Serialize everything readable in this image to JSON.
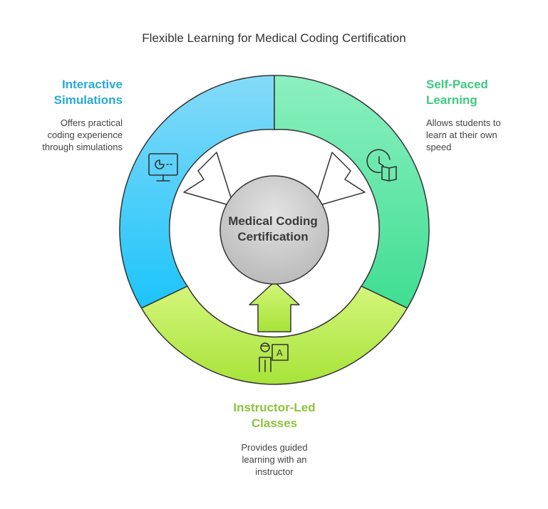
{
  "title": "Flexible Learning for Medical Coding Certification",
  "center_label_line1": "Medical Coding",
  "center_label_line2": "Certification",
  "segments": [
    {
      "title_line1": "Interactive",
      "title_line2": "Simulations",
      "desc_line1": "Offers practical",
      "desc_line2": "coding experience",
      "desc_line3": "through simulations",
      "color": "#29a9d6",
      "icon": "computer-chart-icon"
    },
    {
      "title_line1": "Self-Paced",
      "title_line2": "Learning",
      "desc_line1": "Allows students to",
      "desc_line2": "learn at their own",
      "desc_line3": "speed",
      "color": "#3fc882",
      "icon": "clock-book-icon"
    },
    {
      "title_line1": "Instructor-Led",
      "title_line2": "Classes",
      "desc_line1": "Provides guided",
      "desc_line2": "learning with an",
      "desc_line3": "instructor",
      "color": "#8cc43c",
      "icon": "teacher-board-icon"
    }
  ]
}
